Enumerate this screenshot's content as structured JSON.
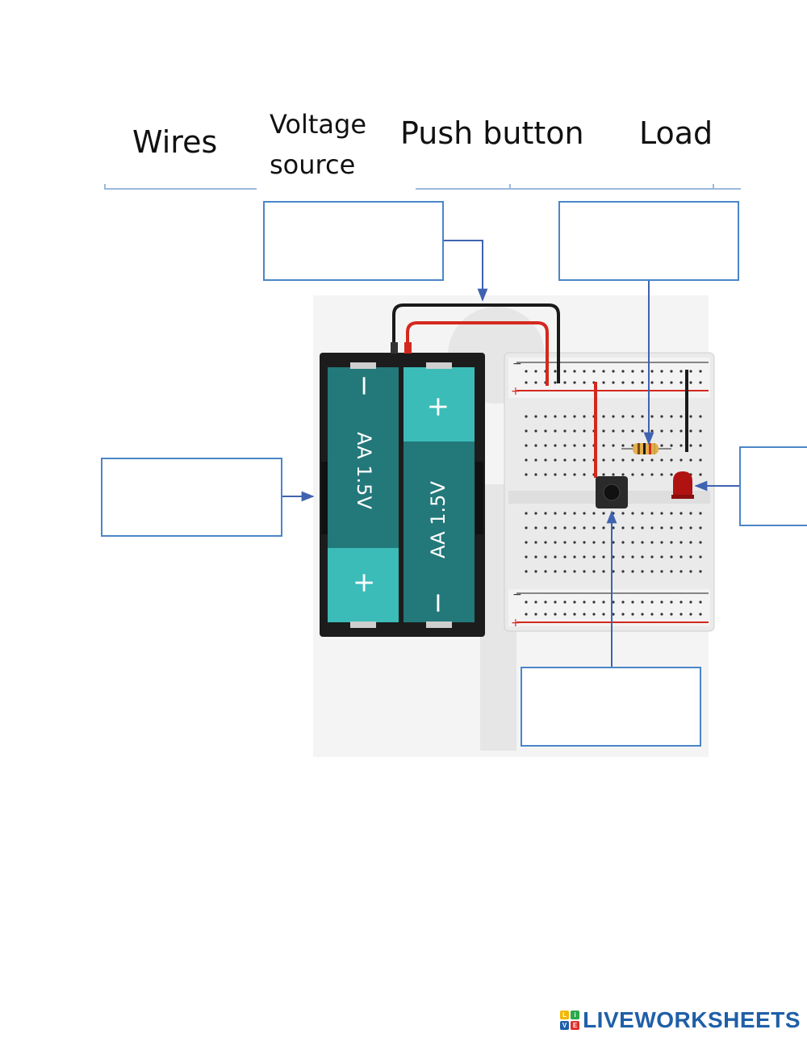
{
  "word_bank": {
    "wires": "Wires",
    "voltage_line1": "Voltage",
    "voltage_line2": "source",
    "push_button": "Push button",
    "load": "Load"
  },
  "battery": {
    "cell_left_label": "AA 1.5V",
    "cell_right_label": "AA 1.5V",
    "minus": "−",
    "plus": "+",
    "cell_color": "#23787a",
    "cap_color": "#3bbcb8"
  },
  "breadboard": {
    "rail_minus": "−",
    "rail_plus": "+",
    "wire_red": "#d4281e",
    "wire_black": "#1a1a1a"
  },
  "colors": {
    "box_border": "#4a86c8",
    "arrow": "#3f63b0"
  },
  "footer": {
    "brand": "LIVEWORKSHEETS",
    "logo_letters": [
      "L",
      "i",
      "V",
      "E"
    ]
  }
}
